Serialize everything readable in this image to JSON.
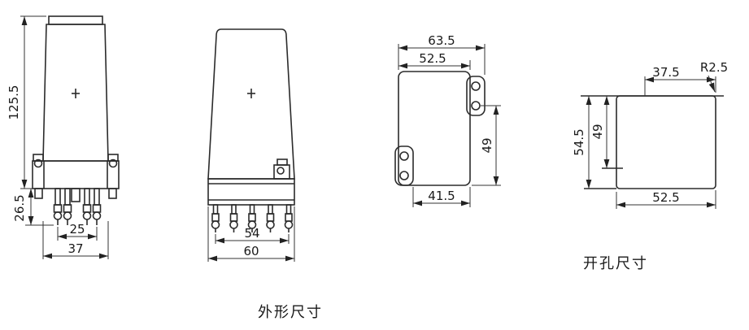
{
  "captions": {
    "outline_dims": "外形尺寸",
    "cutout_dims": "开孔尺寸"
  },
  "front_view": {
    "height": "125.5",
    "pin_length": "26.5",
    "pin_pitch": "25",
    "base_width": "37"
  },
  "side_view": {
    "pin_span": "54",
    "overall_width": "60"
  },
  "panel_view": {
    "overall_width": "63.5",
    "body_width": "52.5",
    "hole_height": "49",
    "bottom_width": "41.5"
  },
  "cutout_view": {
    "top_width": "37.5",
    "corner_radius": "R2.5",
    "overall_height": "54.5",
    "inner_height": "49",
    "width": "52.5"
  },
  "colors": {
    "ink": "#2b2b2b",
    "background": "#ffffff"
  }
}
